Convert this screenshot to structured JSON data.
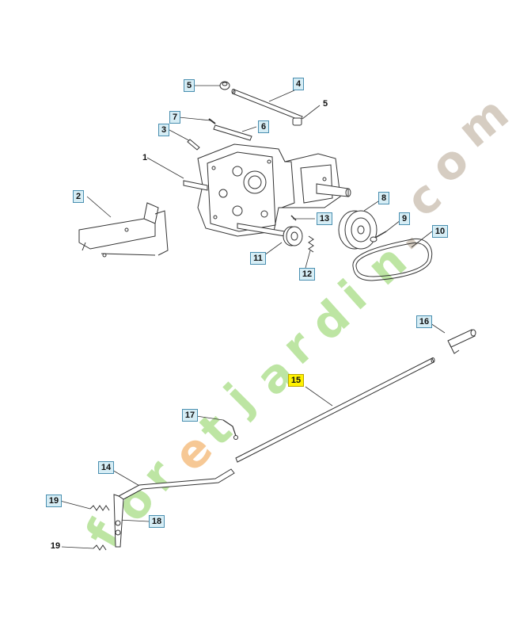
{
  "watermark": {
    "letters": [
      "f",
      "o",
      "r",
      "e",
      "t",
      "j",
      "a",
      "r",
      "d",
      "i",
      "n",
      ".",
      "c",
      "o",
      "m"
    ],
    "colors": {
      "green": "#b6e39a",
      "orange": "#f6c38a",
      "grey": "#d2c8bc"
    }
  },
  "callouts": [
    {
      "id": "c5a",
      "label": "5",
      "style": "boxed"
    },
    {
      "id": "c4",
      "label": "4",
      "style": "boxed"
    },
    {
      "id": "c5b",
      "label": "5",
      "style": "plain"
    },
    {
      "id": "c7",
      "label": "7",
      "style": "boxed"
    },
    {
      "id": "c3",
      "label": "3",
      "style": "boxed"
    },
    {
      "id": "c6",
      "label": "6",
      "style": "boxed"
    },
    {
      "id": "c1",
      "label": "1",
      "style": "plain"
    },
    {
      "id": "c2",
      "label": "2",
      "style": "boxed"
    },
    {
      "id": "c8",
      "label": "8",
      "style": "boxed"
    },
    {
      "id": "c13",
      "label": "13",
      "style": "boxed"
    },
    {
      "id": "c9",
      "label": "9",
      "style": "boxed"
    },
    {
      "id": "c10",
      "label": "10",
      "style": "boxed"
    },
    {
      "id": "c11",
      "label": "11",
      "style": "boxed"
    },
    {
      "id": "c12",
      "label": "12",
      "style": "boxed"
    },
    {
      "id": "c16",
      "label": "16",
      "style": "boxed"
    },
    {
      "id": "c15",
      "label": "15",
      "style": "selected"
    },
    {
      "id": "c17",
      "label": "17",
      "style": "boxed"
    },
    {
      "id": "c14",
      "label": "14",
      "style": "boxed"
    },
    {
      "id": "c19a",
      "label": "19",
      "style": "boxed"
    },
    {
      "id": "c18",
      "label": "18",
      "style": "boxed"
    },
    {
      "id": "c19b",
      "label": "19",
      "style": "plain"
    }
  ]
}
